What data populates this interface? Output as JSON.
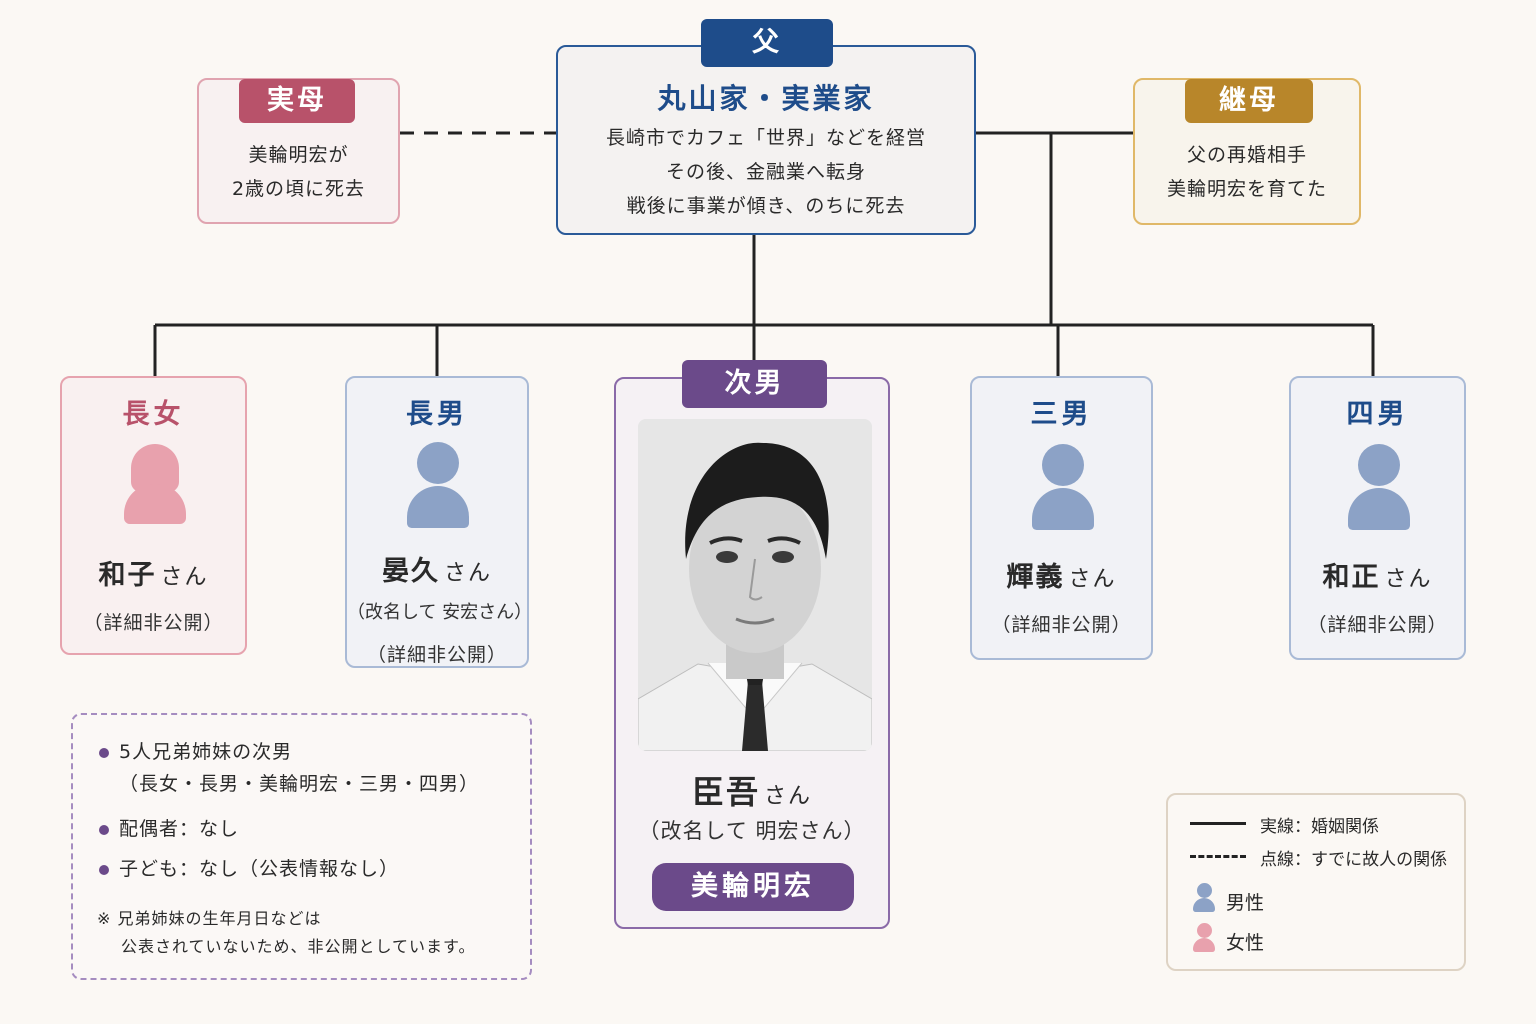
{
  "colors": {
    "male": "#8ca2c6",
    "female": "#e8a1ad",
    "father": "#1e4c8a",
    "mother": "#b8526a",
    "stepmother": "#b8862a",
    "second_son": "#6b4a8a"
  },
  "father": {
    "tag": "父",
    "title": "丸山家・実業家",
    "lines": [
      "長崎市でカフェ「世界」などを経営",
      "その後、金融業へ転身",
      "戦後に事業が傾き、のちに死去"
    ]
  },
  "birth_mother": {
    "tag": "実母",
    "lines": [
      "美輪明宏が",
      "2歳の頃に死去"
    ]
  },
  "stepmother": {
    "tag": "継母",
    "lines": [
      "父の再婚相手",
      "美輪明宏を育てた"
    ]
  },
  "children": {
    "eldest_daughter": {
      "role": "長女",
      "name": "和子",
      "suffix": "さん",
      "detail": "（詳細非公開）",
      "icon": "female-person-icon"
    },
    "eldest_son": {
      "role": "長男",
      "name": "晏久",
      "suffix": "さん",
      "note": "（改名して 安宏さん）",
      "detail": "（詳細非公開）",
      "icon": "male-person-icon"
    },
    "second_son": {
      "role": "次男",
      "name": "臣吾",
      "suffix": "さん",
      "note": "（改名して 明宏さん）",
      "stage_name": "美輪明宏",
      "photo": "portrait-photo"
    },
    "third_son": {
      "role": "三男",
      "name": "輝義",
      "suffix": "さん",
      "detail": "（詳細非公開）",
      "icon": "male-person-icon"
    },
    "fourth_son": {
      "role": "四男",
      "name": "和正",
      "suffix": "さん",
      "detail": "（詳細非公開）",
      "icon": "male-person-icon"
    }
  },
  "notes": {
    "items": [
      "5人兄弟姉妹の次男",
      "（長女・長男・美輪明宏・三男・四男）",
      "配偶者：なし",
      "子ども：なし（公表情報なし）"
    ],
    "footnote_1": "※ 兄弟姉妹の生年月日などは",
    "footnote_2": "公表されていないため、非公開としています。"
  },
  "legend": {
    "solid": "実線：婚姻関係",
    "dashed": "点線：すでに故人の関係",
    "male": "男性",
    "female": "女性"
  }
}
